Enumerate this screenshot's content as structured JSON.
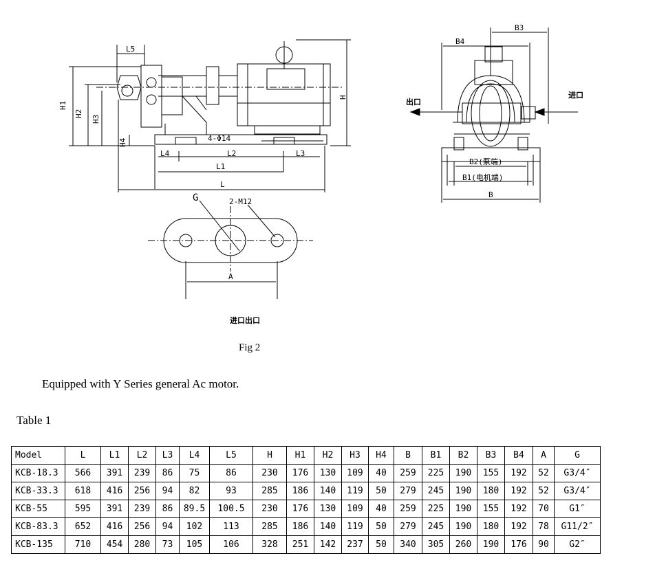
{
  "figure": {
    "caption": "Fig 2",
    "dim_labels": {
      "L5": "L5",
      "H1": "H1",
      "H2": "H2",
      "H3": "H3",
      "H4": "H4",
      "H": "H",
      "L4": "L4",
      "L2": "L2",
      "L3": "L3",
      "L1": "L1",
      "L": "L",
      "hole": "4-Φ14",
      "G": "G",
      "bolt": "2-M12",
      "A": "A",
      "B3": "B3",
      "B4": "B4",
      "B2": "B2(泵端)",
      "B1": "B1(电机端)",
      "B": "B",
      "outlet": "出口",
      "inlet": "进口",
      "ports": "进口出口"
    }
  },
  "note": "Equipped with Y Series general Ac motor.",
  "table_title": "Table 1",
  "table": {
    "headers": [
      "Model",
      "L",
      "L1",
      "L2",
      "L3",
      "L4",
      "L5",
      "H",
      "H1",
      "H2",
      "H3",
      "H4",
      "B",
      "B1",
      "B2",
      "B3",
      "B4",
      "A",
      "G"
    ],
    "rows": [
      [
        "KCB-18.3",
        "566",
        "391",
        "239",
        "86",
        "75",
        "86",
        "230",
        "176",
        "130",
        "109",
        "40",
        "259",
        "225",
        "190",
        "155",
        "192",
        "52",
        "G3/4″"
      ],
      [
        "KCB-33.3",
        "618",
        "416",
        "256",
        "94",
        "82",
        "93",
        "285",
        "186",
        "140",
        "119",
        "50",
        "279",
        "245",
        "190",
        "180",
        "192",
        "52",
        "G3/4″"
      ],
      [
        "KCB-55",
        "595",
        "391",
        "239",
        "86",
        "89.5",
        "100.5",
        "230",
        "176",
        "130",
        "109",
        "40",
        "259",
        "225",
        "190",
        "155",
        "192",
        "70",
        "G1″"
      ],
      [
        "KCB-83.3",
        "652",
        "416",
        "256",
        "94",
        "102",
        "113",
        "285",
        "186",
        "140",
        "119",
        "50",
        "279",
        "245",
        "190",
        "180",
        "192",
        "78",
        "G11/2″"
      ],
      [
        "KCB-135",
        "710",
        "454",
        "280",
        "73",
        "105",
        "106",
        "328",
        "251",
        "142",
        "237",
        "50",
        "340",
        "305",
        "260",
        "190",
        "176",
        "90",
        "G2″"
      ]
    ]
  }
}
